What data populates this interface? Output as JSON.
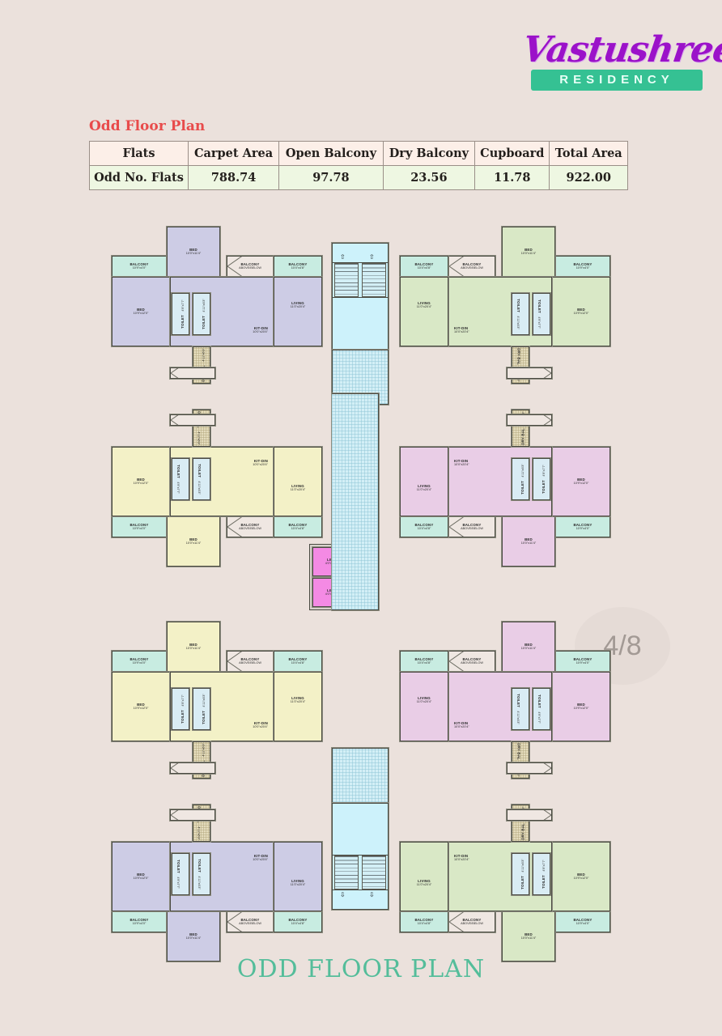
{
  "brand": {
    "script_name": "Vastushree",
    "banner_text": "RESIDENCY",
    "script_color": "#9b12c9",
    "banner_color": "#35c193"
  },
  "section_title": "Odd Floor Plan",
  "footer_title": "ODD FLOOR PLAN",
  "watermark": "4/8",
  "area_table": {
    "headers": [
      "Flats",
      "Carpet Area",
      "Open Balcony",
      "Dry Balcony",
      "Cupboard",
      "Total Area"
    ],
    "rows": [
      [
        "Odd No. Flats",
        "788.74",
        "97.78",
        "23.56",
        "11.78",
        "922.00"
      ]
    ]
  },
  "colors": {
    "page_background": "#ebe1dc",
    "unit_lavender": "#cdcce5",
    "unit_yellow": "#f3f1c7",
    "unit_green": "#d9e8c6",
    "unit_pink": "#e9cde6",
    "balcony": "#c8ece1",
    "toilet": "#d9ecf4",
    "dry_balcony": "#e4dcbd",
    "stair_core": "#cdf2fb",
    "lift": "#f48ae4",
    "wall": "#4a4a42",
    "table_header_bg": "#fcefe8",
    "table_row_bg": "#eef7e2",
    "title_red": "#e84b4b",
    "footer_teal": "#54bd9a"
  },
  "rooms": {
    "bed_small": {
      "name": "BED",
      "dim": "10'0\"x11'4\""
    },
    "bed_large": {
      "name": "BED",
      "dim": "10'9\"x12'0\""
    },
    "living": {
      "name": "LIVING",
      "dim": "11'0\"x20'4\""
    },
    "kitdin": {
      "name": "KIT-DIN",
      "dim": "10'0\"x20'4\""
    },
    "balcony_side": {
      "name": "BALCONY",
      "dim": "10'9\"x4'0\""
    },
    "balcony_front": {
      "name": "BALCONY",
      "dim": "10'4\"x4'8\""
    },
    "balcony_ab": {
      "name": "BALCONY",
      "dim": "ABOVE/BELOW"
    },
    "toilet_a": {
      "name": "TOILET",
      "dim": "4'9\"x7'7\""
    },
    "toilet_b": {
      "name": "TOILET",
      "dim": "4'11\"x6'3\""
    },
    "dry_bal": {
      "name": "DRY BAL",
      "dim": "4'11\"x6'3\""
    },
    "lift": {
      "name": "LIFT",
      "dim": "4'0\"x5'0\""
    }
  },
  "plan_meta": {
    "total_units": 8,
    "units_per_half": 4,
    "core": {
      "stairs_top_direction": "up",
      "stairs_bottom_direction": "down",
      "lift_count": 2
    },
    "unit_colors_top": [
      "lavender",
      "green",
      "yellow",
      "pink"
    ],
    "unit_colors_bottom": [
      "yellow",
      "pink",
      "lavender",
      "green"
    ]
  }
}
